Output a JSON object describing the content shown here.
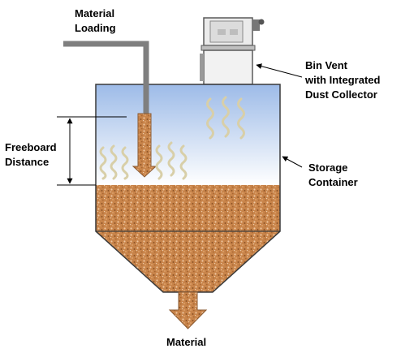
{
  "labels": {
    "material_loading": [
      "Material",
      "Loading"
    ],
    "bin_vent": [
      "Bin Vent",
      "with Integrated",
      "Dust Collector"
    ],
    "freeboard": [
      "Freeboard",
      "Distance"
    ],
    "storage": [
      "Storage",
      "Container"
    ],
    "material_out": "Material"
  },
  "colors": {
    "air_top": "#9dbbe8",
    "air_bottom": "#ffffff",
    "material_base": "#c8844a",
    "material_dark": "#8e5326",
    "material_light": "#efc7a0",
    "container_outline": "#3a3a3a",
    "pipe": "#7f7f7f",
    "dust_wave": "#d8cfa8",
    "bin_vent_body": "#ebebeb"
  }
}
